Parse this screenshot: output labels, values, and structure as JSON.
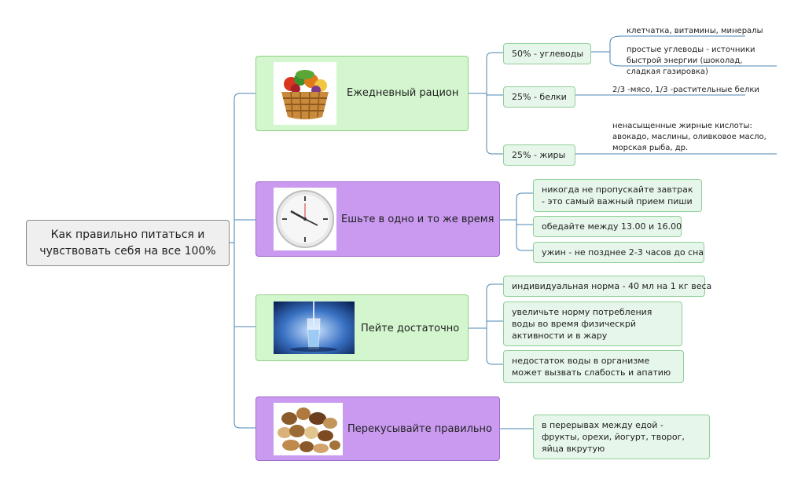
{
  "root": {
    "title": "Как правильно питаться и чувствовать себя на все 100%"
  },
  "topics": [
    {
      "label": "Ежедневный рацион",
      "image": "vegetable-basket",
      "subtopics": [
        {
          "label": "50% - углеводы",
          "notes": [
            "клетчатка, витамины, минералы",
            "простые углеводы - источники быстрой энергии (шоколад, сладкая газировка)"
          ]
        },
        {
          "label": "25% - белки",
          "notes": [
            "2/3 -мясо, 1/3 -растительные белки"
          ]
        },
        {
          "label": "25% - жиры",
          "notes": [
            "ненасыщенные жирные кислоты: авокадо, маслины, оливковое масло, морская рыба, др."
          ]
        }
      ]
    },
    {
      "label": "Ешьте в одно и то же время",
      "image": "wall-clock",
      "subtopics": [
        {
          "label": "никогда не пропускайте завтрак - это самый важный прием пиши"
        },
        {
          "label": "обедайте между 13.00 и 16.00"
        },
        {
          "label": "ужин - не позднее 2-3 часов до сна"
        }
      ]
    },
    {
      "label": "Пейте достаточно",
      "image": "water-glass",
      "subtopics": [
        {
          "label": "индивидуальная норма - 40 мл на 1 кг веса"
        },
        {
          "label": "увеличьте норму потребления воды во время физическрй активности и в жару"
        },
        {
          "label": "недостаток воды в организме может вызвать слабость и апатию"
        }
      ]
    },
    {
      "label": "Перекусывайте правильно",
      "image": "nuts",
      "subtopics": [
        {
          "label": "в перерывах между едой - фрукты, орехи, йогурт, творог, яйца вкрутую"
        }
      ]
    }
  ],
  "colors": {
    "line": "#4a86b4",
    "green_fill": "#d4f6cf",
    "purple_fill": "#c99af0",
    "sub_fill": "#e7f6ea"
  }
}
